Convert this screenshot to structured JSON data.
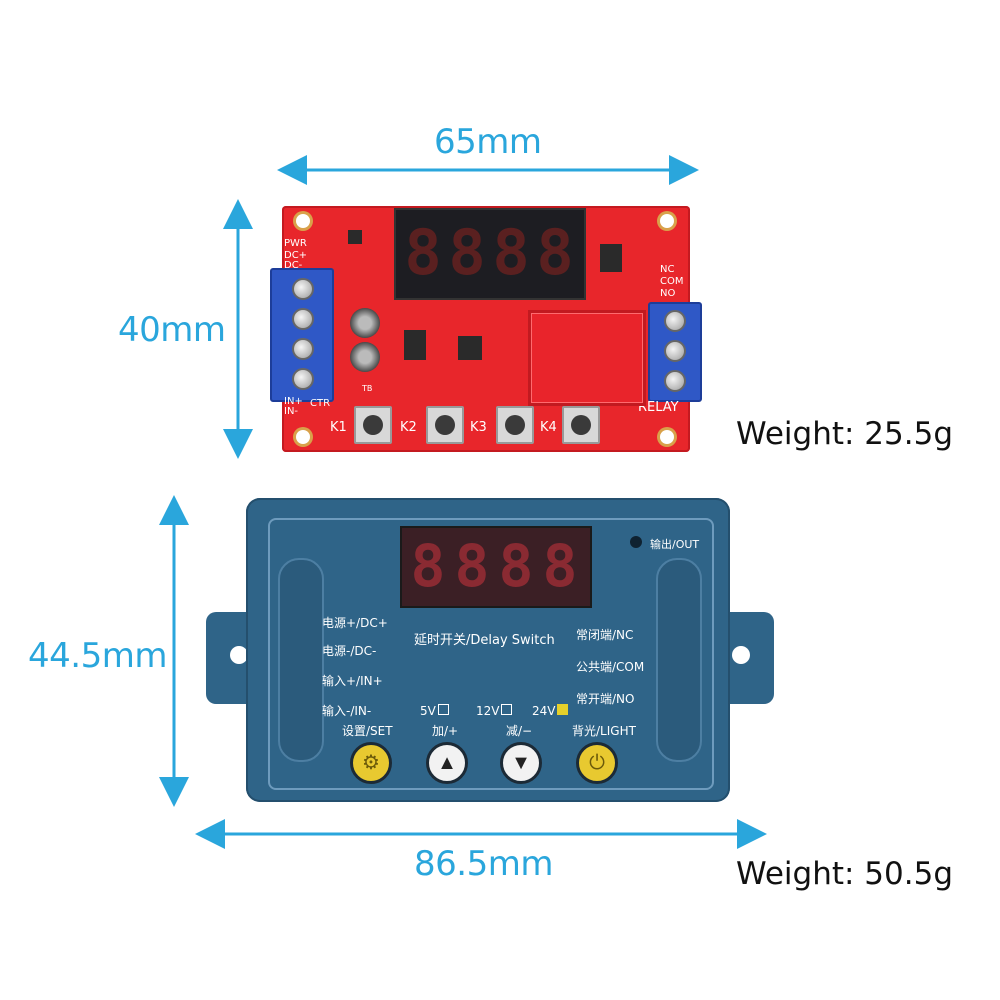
{
  "dimensions": {
    "pcb_width": "65mm",
    "pcb_height": "40mm",
    "case_height": "44.5mm",
    "case_width": "86.5mm"
  },
  "weights": {
    "pcb": "Weight: 25.5g",
    "case": "Weight: 50.5g"
  },
  "pcb": {
    "pwr": "PWR",
    "dc_plus": "DC+",
    "dc_minus": "DC-",
    "in_plus": "IN+",
    "in_minus": "IN-",
    "ctr": "CTR",
    "nc": "NC",
    "com": "COM",
    "no": "NO",
    "relay": "RELAY",
    "k1": "K1",
    "k2": "K2",
    "k3": "K3",
    "k4": "K4",
    "tb": "TB",
    "digits": [
      "8",
      "8",
      "8",
      "8"
    ]
  },
  "case": {
    "digits": [
      "8",
      "8",
      "8",
      "8"
    ],
    "out": "输出/OUT",
    "title": "延时开关/Delay Switch",
    "pwr_plus": "电源+/DC+",
    "pwr_minus": "电源-/DC-",
    "in_plus": "输入+/IN+",
    "in_minus": "输入-/IN-",
    "nc": "常闭端/NC",
    "com": "公共端/COM",
    "no": "常开端/NO",
    "v5": "5V",
    "v12": "12V",
    "v24": "24V",
    "set": "设置/SET",
    "plus": "加/+",
    "minus": "减/−",
    "light": "背光/LIGHT",
    "icons": [
      "gear-icon",
      "up-arrow-icon",
      "down-arrow-icon",
      "power-icon"
    ],
    "colors": {
      "case": "#2f6488",
      "button_yellow": "#e8c930",
      "button_white": "#f2f2f2",
      "led_24v": "#e6d02a"
    }
  },
  "colors": {
    "dimension": "#2aa6dc",
    "pcb": "#e8262b"
  }
}
